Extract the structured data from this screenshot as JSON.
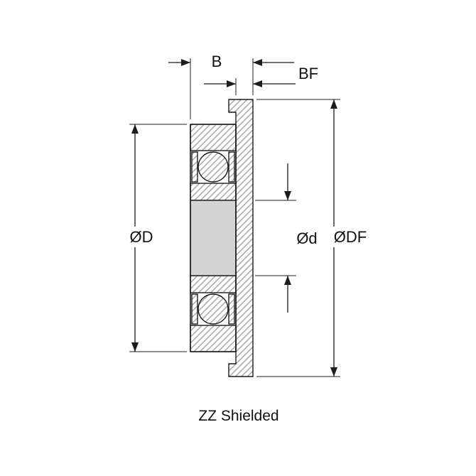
{
  "diagram": {
    "type": "flanged-bearing-cross-section",
    "caption": "ZZ Shielded",
    "labels": {
      "width": "B",
      "flange_width": "BF",
      "outer_diameter": "ØD",
      "bore_diameter": "Ød",
      "flange_outer_diameter": "ØDF"
    },
    "colors": {
      "line": "#1c1c1c",
      "hatch": "#9a9a9a",
      "bore_fill": "#d4d4d4",
      "background": "#ffffff"
    }
  }
}
